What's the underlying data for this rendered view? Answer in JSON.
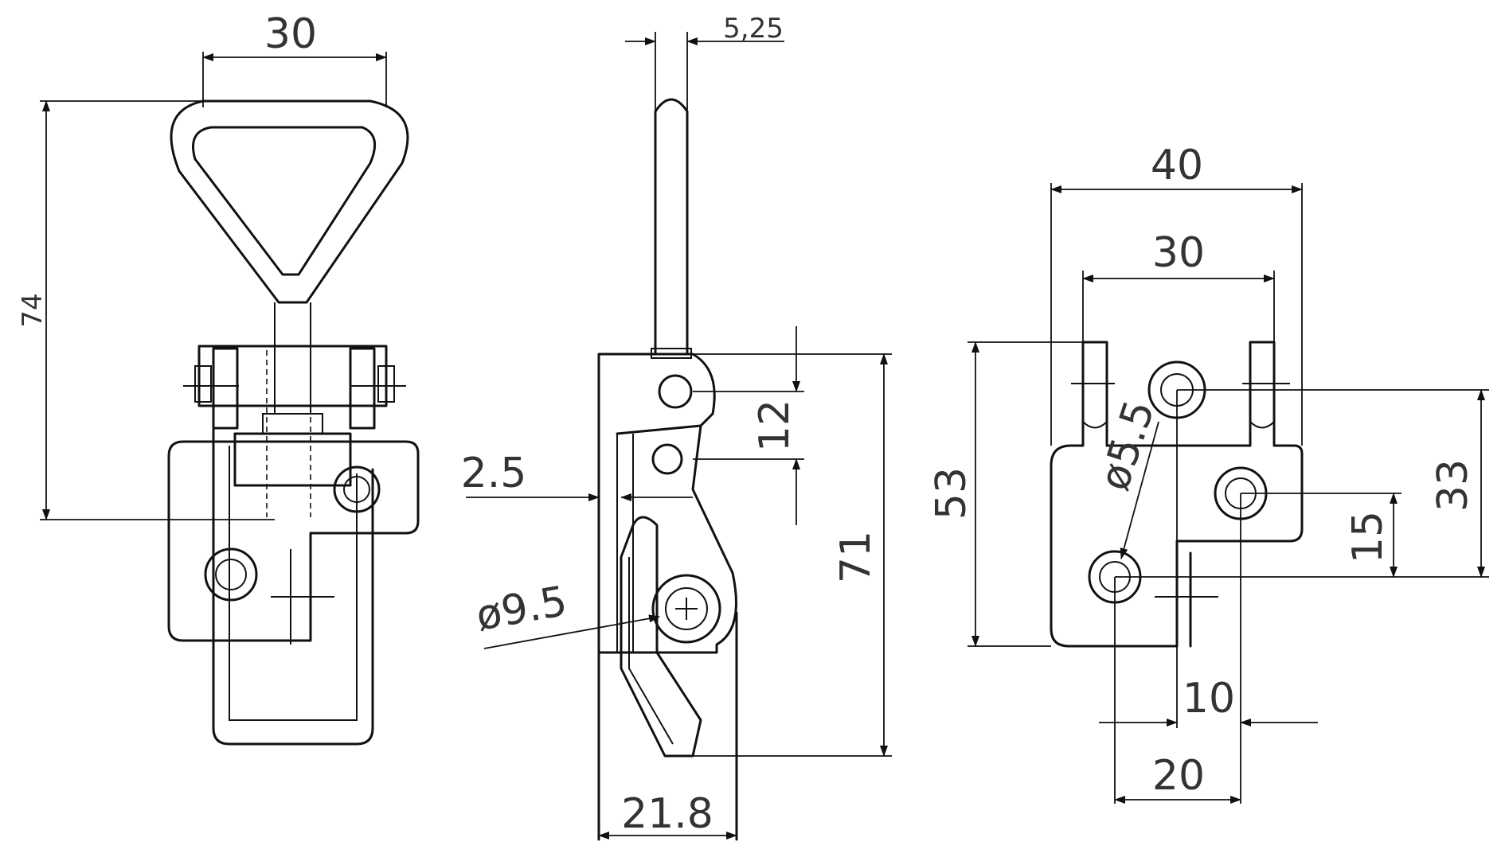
{
  "front_view": {
    "dim_width": "30",
    "dim_height": "74"
  },
  "side_view": {
    "dim_rod": "5,25",
    "dim_hook_gap": "12",
    "dim_offset": "2.5",
    "dim_height": "71",
    "dim_pin_diameter": "ø9.5",
    "dim_base": "21.8"
  },
  "plate_view": {
    "dim_outer_width": "40",
    "dim_slot_span": "30",
    "dim_height": "53",
    "dim_hole_diameter": "ø5.5",
    "dim_hole_spacing_v": "33",
    "dim_small_v": "15",
    "dim_small_h": "10",
    "dim_hole_spacing_h": "20"
  }
}
